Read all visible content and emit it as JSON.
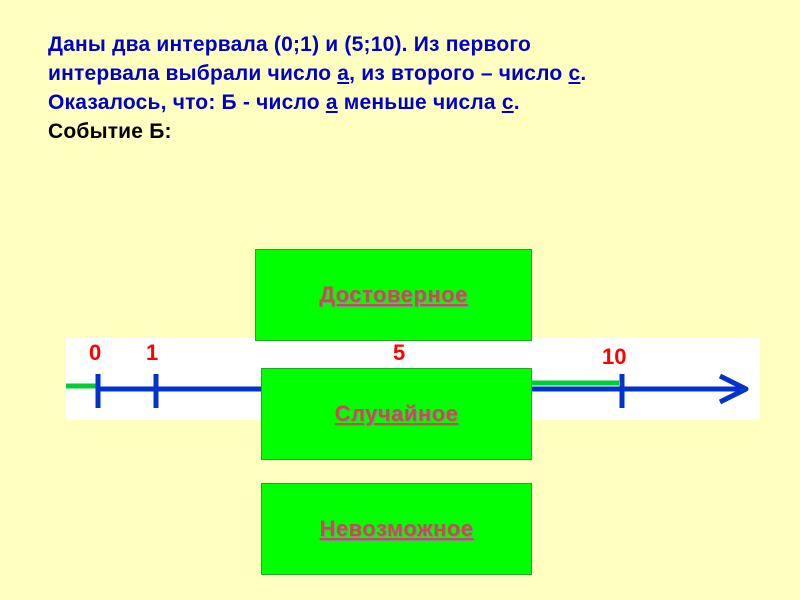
{
  "question": {
    "line1": "Даны два интервала (0;1) и (5;10). Из первого",
    "line2_a": "интервала выбрали число ",
    "line2_var_a": "а",
    "line2_b": ", из второго – число ",
    "line2_var_c": "с",
    "line2_c": ".",
    "line3_a": "Оказалось, что: Б - число ",
    "line3_var_a": "а",
    "line3_b": " меньше числа ",
    "line3_var_c": "с",
    "line3_c": ".",
    "line4": "Событие Б:"
  },
  "number_line": {
    "labels": {
      "zero": "0",
      "one": "1",
      "five": "5",
      "ten": "10"
    },
    "colors": {
      "axis": "#0033cc",
      "interval": "#00cc33",
      "labels": "#ff0000"
    }
  },
  "answers": {
    "certain": "Достоверное",
    "random": "Случайное",
    "impossible": "Невозможное"
  }
}
